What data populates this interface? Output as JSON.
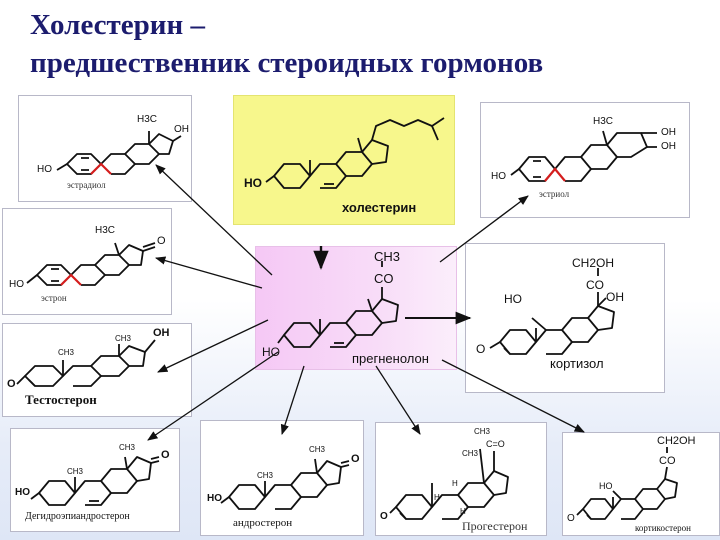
{
  "title": {
    "line1": "Холестерин –",
    "line2": "предшественник   стероидных гормонов"
  },
  "colors": {
    "title": "#1c1c6e",
    "cholesterol_bg": "#f7f78c",
    "pregnenolone_bg": "#f5c8f5",
    "ring_highlight": "#d51d1d"
  },
  "cholesterol": {
    "name": "холестерин",
    "ho": "HO"
  },
  "pregnenolone": {
    "name": "прегненолон",
    "ch3": "CH3",
    "co": "CO",
    "ho": "HO"
  },
  "cortisol": {
    "name": "кортизол",
    "ch2oh": "CH2OH",
    "co": "CO",
    "oh": "OH",
    "ho": "HO",
    "o": "O"
  },
  "estradiol": {
    "name": "эстрадиол",
    "h3c": "H3C",
    "oh": "OH",
    "ho": "HO"
  },
  "estrone": {
    "name": "эстрон",
    "h3c": "H3C",
    "o": "O",
    "ho": "HO"
  },
  "estriol": {
    "name": "эстриол",
    "h3c": "H3C",
    "oh1": "OH",
    "oh2": "OH",
    "ho": "HO"
  },
  "testosterone": {
    "name": "Тестостерон",
    "ch3a": "CH3",
    "ch3b": "CH3",
    "oh": "OH",
    "o": "O"
  },
  "dhea": {
    "name": "Дегидроэпиандростерон",
    "ch3a": "CH3",
    "ch3b": "CH3",
    "o": "O",
    "ho": "HO"
  },
  "androsterone": {
    "name": "андростерон",
    "ch3a": "CH3",
    "ch3b": "CH3",
    "o": "O",
    "ho": "HO"
  },
  "progesterone": {
    "name": "Прогестерон",
    "ch3a": "CH3",
    "co": "C=O",
    "ch3b": "CH3",
    "h1": "H",
    "h2": "H",
    "h3": "H",
    "o": "O"
  },
  "corticosterone": {
    "name": "кортикостерон",
    "ch2oh": "CH2OH",
    "co": "CO",
    "ho": "HO",
    "o": "O"
  }
}
